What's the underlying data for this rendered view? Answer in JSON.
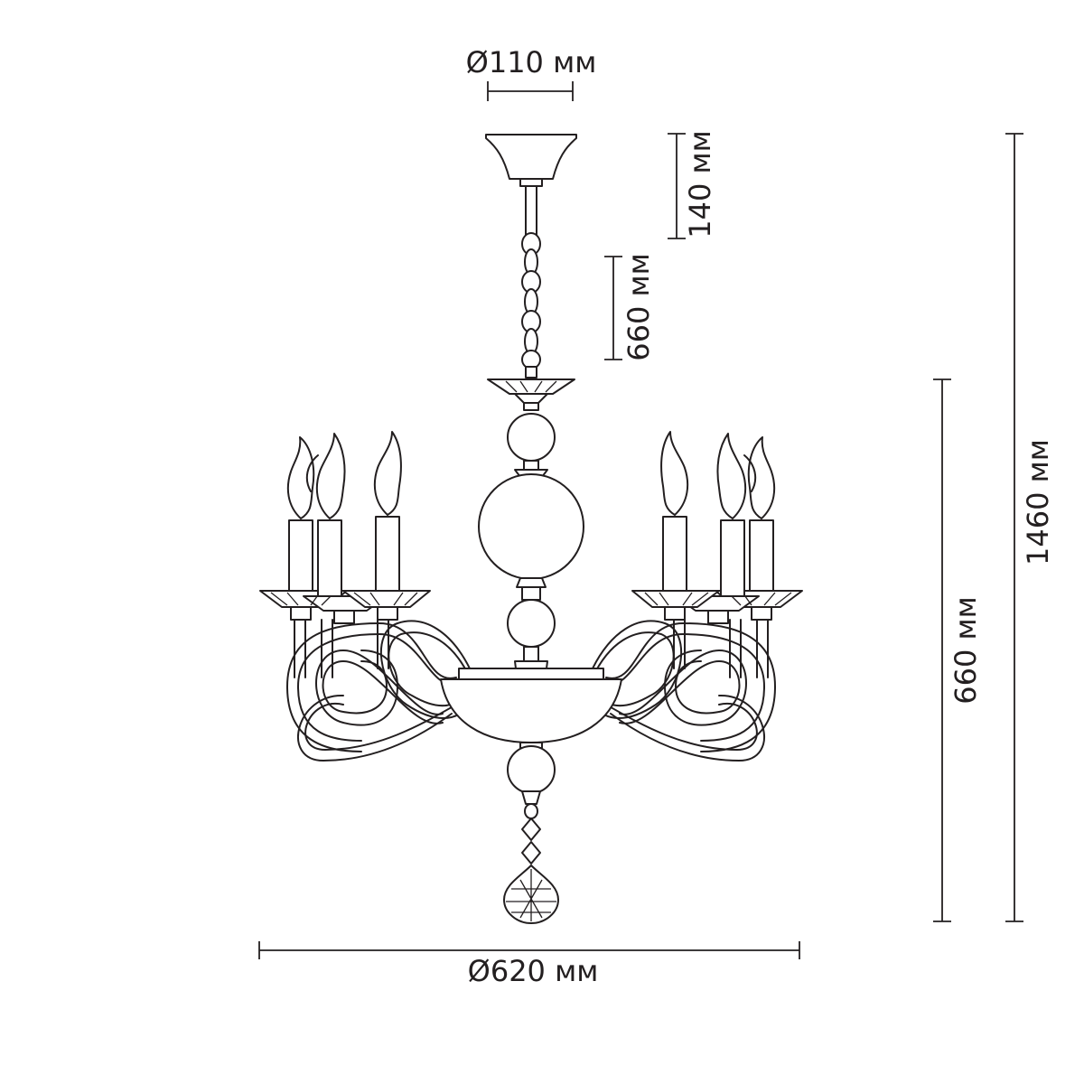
{
  "dimensions": {
    "canopy_diameter": "Ø110 мм",
    "canopy_height": "140 мм",
    "chain_length": "660 мм",
    "body_height": "660 мм",
    "total_height": "1460 мм",
    "body_diameter": "Ø620 мм"
  },
  "colors": {
    "line": "#231f20",
    "background": "#ffffff"
  }
}
